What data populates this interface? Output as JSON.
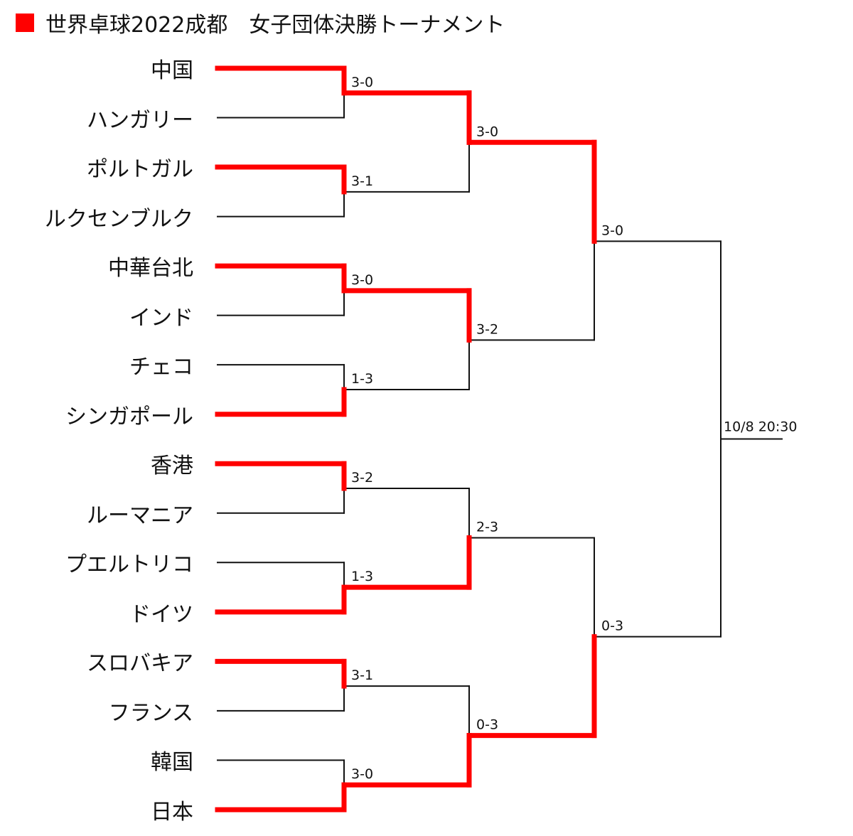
{
  "title": "世界卓球2022成都　女子団体決勝トーナメント",
  "colors": {
    "winner": "#ff0000",
    "line": "#111111"
  },
  "teams": [
    "中国",
    "ハンガリー",
    "ポルトガル",
    "ルクセンブルク",
    "中華台北",
    "インド",
    "チェコ",
    "シンガポール",
    "香港",
    "ルーマニア",
    "プエルトリコ",
    "ドイツ",
    "スロバキア",
    "フランス",
    "韓国",
    "日本"
  ],
  "rounds": [
    {
      "matches": [
        {
          "score": "3-0",
          "winner": 0
        },
        {
          "score": "3-1",
          "winner": 0
        },
        {
          "score": "3-0",
          "winner": 0
        },
        {
          "score": "1-3",
          "winner": 1
        },
        {
          "score": "3-2",
          "winner": 0
        },
        {
          "score": "1-3",
          "winner": 1
        },
        {
          "score": "3-1",
          "winner": 0
        },
        {
          "score": "3-0",
          "winner": 1
        }
      ]
    },
    {
      "matches": [
        {
          "score": "3-0",
          "winner": 0
        },
        {
          "score": "3-2",
          "winner": 0
        },
        {
          "score": "2-3",
          "winner": 1
        },
        {
          "score": "0-3",
          "winner": 1
        }
      ]
    },
    {
      "matches": [
        {
          "score": "3-0",
          "winner": 0
        },
        {
          "score": "0-3",
          "winner": 1
        }
      ]
    },
    {
      "matches": [
        {
          "score": "10/8 20:30",
          "winner": null
        }
      ]
    }
  ]
}
